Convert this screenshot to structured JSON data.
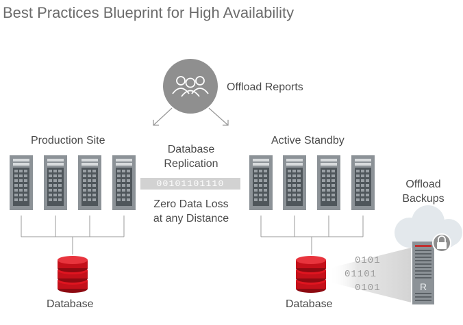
{
  "title": "Best Practices Blueprint for High Availability",
  "labels": {
    "offload_reports": "Offload Reports",
    "production_site": "Production Site",
    "active_standby": "Active Standby",
    "replication_line1": "Database",
    "replication_line2": "Replication",
    "binary_stream": "00101101110",
    "zero_loss_line1": "Zero Data Loss",
    "zero_loss_line2": "at any Distance",
    "offload_backups_line1": "Offload",
    "offload_backups_line2": "Backups",
    "database_left": "Database",
    "database_right": "Database",
    "backup_bits_1": "0101",
    "backup_bits_2": "01101",
    "backup_bits_3": "0101",
    "appliance_letter": "R"
  },
  "colors": {
    "server": "#8c9297",
    "server_dark": "#5b6166",
    "database_red": "#d0111b",
    "database_dark": "#8d0a11",
    "circle": "#8f8f8f",
    "lines": "#9a9a9a",
    "cloud": "#e3e8ec"
  },
  "icons": [
    "users-icon",
    "server-icon",
    "database-icon",
    "cloud-icon",
    "lock-icon",
    "backup-appliance-icon"
  ]
}
